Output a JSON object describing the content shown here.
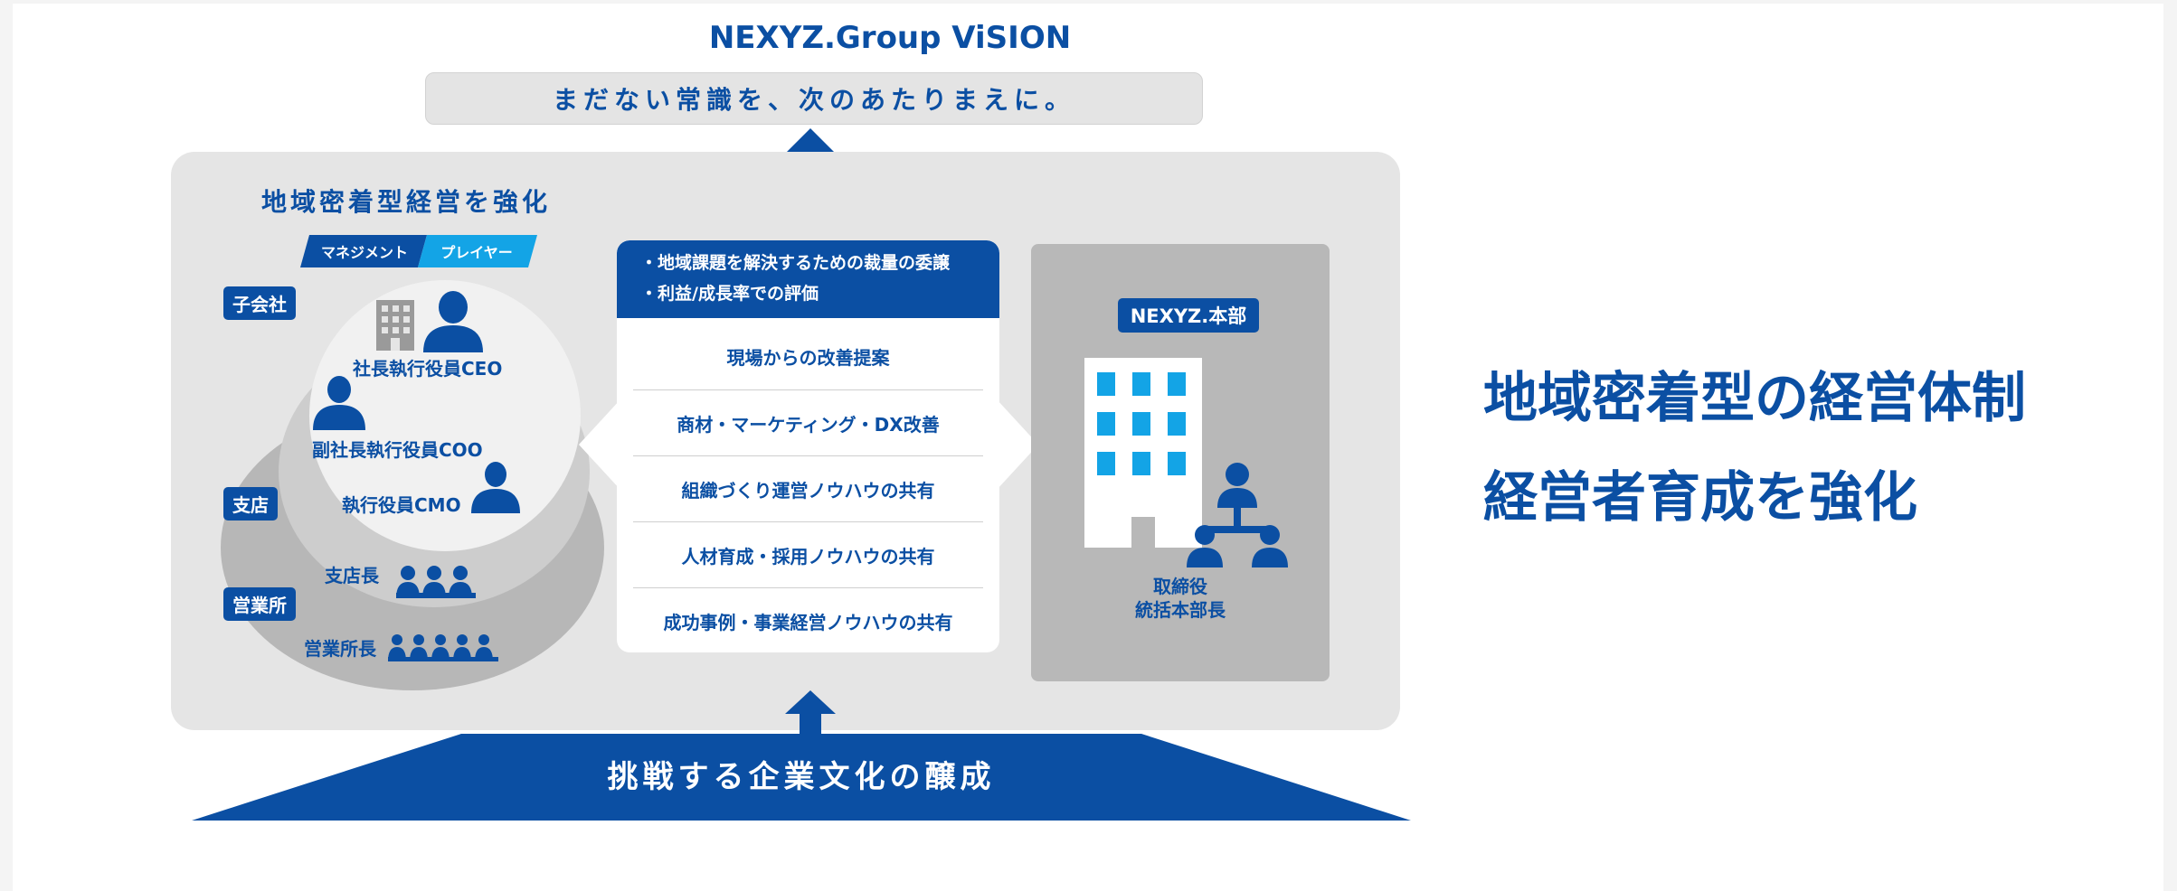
{
  "vision": {
    "title": "NEXYZ.Group ViSION",
    "subtitle": "まだない常識を、次のあたりまえに。"
  },
  "left": {
    "title": "地域密着型経営を強化",
    "tab_management": "マネジメント",
    "tab_player": "プレイヤー",
    "tags": {
      "subsidiary": "子会社",
      "branch": "支店",
      "office": "営業所"
    },
    "roles": {
      "ceo": "社長執行役員CEO",
      "coo": "副社長執行役員COO",
      "cmo": "執行役員CMO",
      "branch_manager": "支店長",
      "office_manager": "営業所長"
    }
  },
  "center": {
    "header": [
      "・地域課題を解決するための裁量の委譲",
      "・利益/成長率での評価"
    ],
    "items": [
      "現場からの改善提案",
      "商材・マーケティング・DX改善",
      "組織づくり運営ノウハウの共有",
      "人材育成・採用ノウハウの共有",
      "成功事例・事業経営ノウハウの共有"
    ]
  },
  "hq": {
    "tag": "NEXYZ.本部",
    "caption_line1": "取締役",
    "caption_line2": "統括本部長"
  },
  "foundation": "挑戦する企業文化の醸成",
  "headline": {
    "line1": "地域密着型の経営体制",
    "line2": "経営者育成を強化"
  },
  "colors": {
    "brand_blue": "#0b4fa3",
    "light_blue": "#13a4e6",
    "panel_gray": "#e5e5e5",
    "hq_gray": "#b8b8b8"
  }
}
